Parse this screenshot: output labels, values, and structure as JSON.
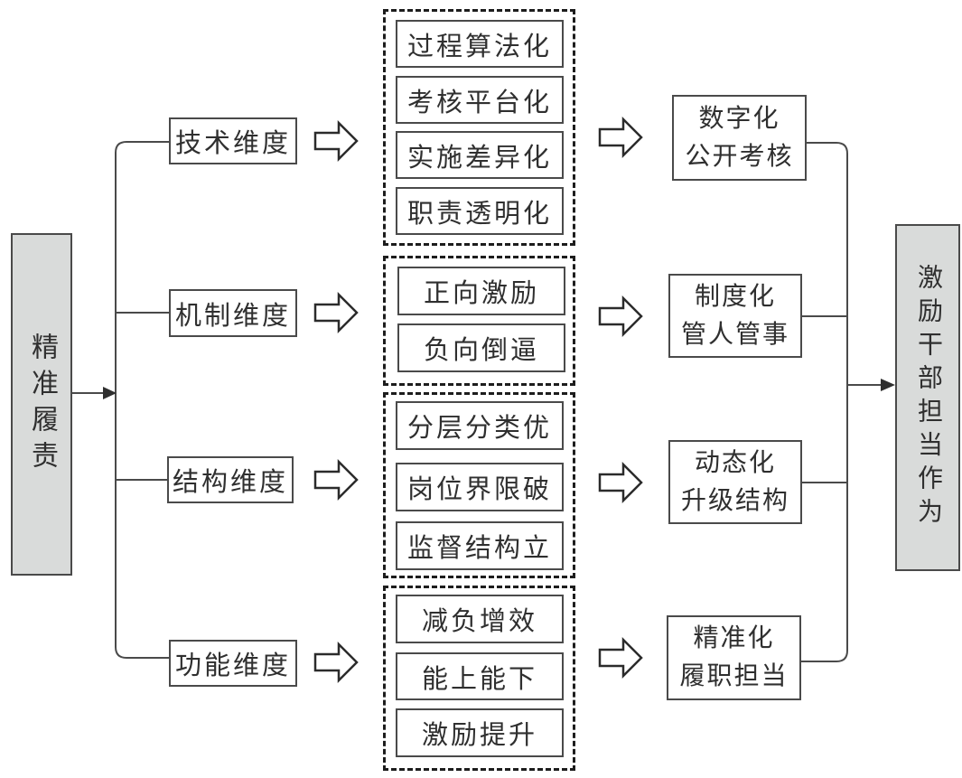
{
  "diagram": {
    "title": "precision-duty-performance-flow",
    "source": {
      "label": "精准履责"
    },
    "goal": {
      "label": "激励干部担当作为"
    },
    "rows": [
      {
        "dimension": "技术维度",
        "items": [
          "过程算法化",
          "考核平台化",
          "实施差异化",
          "职责透明化"
        ],
        "outcome": {
          "line1": "数字化",
          "line2": "公开考核"
        }
      },
      {
        "dimension": "机制维度",
        "items": [
          "正向激励",
          "负向倒逼"
        ],
        "outcome": {
          "line1": "制度化",
          "line2": "管人管事"
        }
      },
      {
        "dimension": "结构维度",
        "items": [
          "分层分类优",
          "岗位界限破",
          "监督结构立"
        ],
        "outcome": {
          "line1": "动态化",
          "line2": "升级结构"
        }
      },
      {
        "dimension": "功能维度",
        "items": [
          "减负增效",
          "能上能下",
          "激励提升"
        ],
        "outcome": {
          "line1": "精准化",
          "line2": "履职担当"
        }
      }
    ],
    "colors": {
      "node_fill_gray": "#d9dbda",
      "border": "#4a4a4a",
      "dashed_border": "#1d1d1d",
      "text": "#2f2f2f",
      "background": "#ffffff"
    }
  }
}
